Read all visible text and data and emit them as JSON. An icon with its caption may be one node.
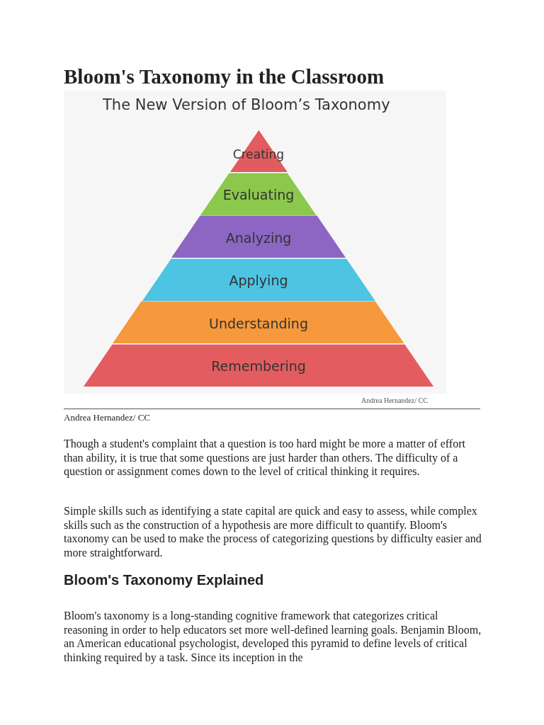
{
  "diagram": {
    "title": "Bloom's Taxonomy in the Classroom",
    "nodes": [
      {
        "text": [
          "Creating"
        ]
      },
      {
        "text": [
          "Evaluating"
        ]
      },
      {
        "text": [
          "Analyzing"
        ]
      },
      {
        "text": [
          "Applying"
        ]
      },
      {
        "text": [
          "Understanding"
        ]
      },
      {
        "text": [
          "Remembering"
        ]
      }
    ],
    "edges": [],
    "labels": [
      "The New Version of Bloom’s Taxonomy",
      "Andrea Hernandez/ CC",
      "Andrea Hernandez/ CC",
      "Though a student's complaint that a question is too hard might be more a matter of effort than ability, it is true that some questions are just harder than others. The difficulty of a question or assignment comes down to the level of critical thinking it requires.",
      "Simple skills such as identifying a state capital are quick and easy to assess, while complex skills such as the construction of a hypothesis are more difficult to quantify. Bloom's taxonomy can be used to make the process of categorizing questions by difficulty easier and more straightforward.",
      "Bloom's Taxonomy Explained",
      "Bloom's taxonomy is a long-standing cognitive framework that categorizes critical reasoning in order to help educators set more well-defined learning goals. Benjamin Bloom, an American educational psychologist, developed this pyramid to define levels of critical thinking required by a task. Since its inception in the"
    ]
  }
}
